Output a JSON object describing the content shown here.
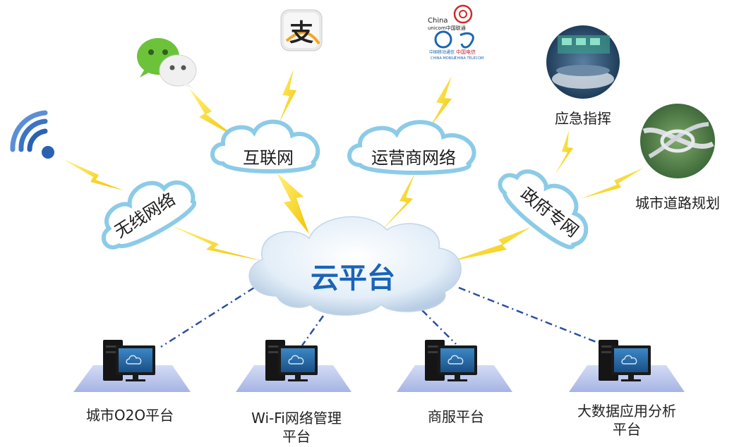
{
  "center": {
    "label": "云平台"
  },
  "clouds": {
    "wireless": "无线网络",
    "internet": "互联网",
    "operator": "运营商网络",
    "gov": "政府专网"
  },
  "nodes": {
    "emergency": "应急指挥",
    "road": "城市道路规划"
  },
  "carriers": {
    "unicom_line1": "China",
    "unicom_line2": "unicom中国联通",
    "mobile": "中国移动通信",
    "mobile_en": "CHINA MOBILE",
    "telecom": "中国电信",
    "telecom_en": "CHINA TELECOM"
  },
  "alipay_glyph": "支",
  "platforms": [
    {
      "lines": [
        "城市O2O平台"
      ]
    },
    {
      "lines": [
        "Wi-Fi网络管理",
        "平台"
      ]
    },
    {
      "lines": [
        "商服平台"
      ]
    },
    {
      "lines": [
        "大数据应用分析",
        "平台"
      ]
    }
  ],
  "colors": {
    "bolt": "#f6d21a",
    "cloud_border": "#8ccbe8",
    "center_text": "#1a64b8",
    "wifi": "#2a62b3",
    "wechat": "#6cc33a",
    "platform": "#b6c2ea"
  }
}
